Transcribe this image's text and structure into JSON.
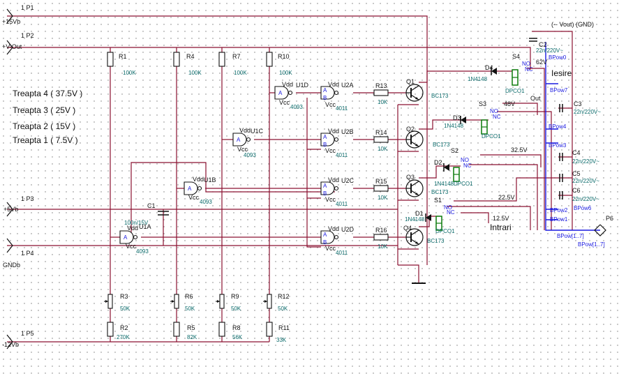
{
  "ports": {
    "p1": {
      "ref": "1 P1",
      "net": "+15Vb"
    },
    "p2": {
      "ref": "1 P2",
      "net": "+V-Out"
    },
    "p3": {
      "ref": "1 P3",
      "net": "+5Vb"
    },
    "p4": {
      "ref": "1 P4",
      "net": "GNDb"
    },
    "p5": {
      "ref": "1 P5",
      "net": "-12Vb"
    },
    "p6": {
      "ref": "P6"
    }
  },
  "levels": [
    "Treapta 4 ( 37.5V )",
    "Treapta 3 ( 25V )",
    "Treapta 2 ( 15V )",
    "Treapta 1 ( 7.5V )"
  ],
  "resistors": {
    "r1": {
      "ref": "R1",
      "value": "100K"
    },
    "r2": {
      "ref": "R2",
      "value": "270K"
    },
    "r3": {
      "ref": "R3",
      "value": "50K"
    },
    "r4": {
      "ref": "R4",
      "value": "100K"
    },
    "r5": {
      "ref": "R5",
      "value": "82K"
    },
    "r6": {
      "ref": "R6",
      "value": "50K"
    },
    "r7": {
      "ref": "R7",
      "value": "100K"
    },
    "r8": {
      "ref": "R8",
      "value": "56K"
    },
    "r9": {
      "ref": "R9",
      "value": "50K"
    },
    "r10": {
      "ref": "R10",
      "value": "100K"
    },
    "r11": {
      "ref": "R11",
      "value": "33K"
    },
    "r12": {
      "ref": "R12",
      "value": "50K"
    },
    "r13": {
      "ref": "R13",
      "value": "10K"
    },
    "r14": {
      "ref": "R14",
      "value": "10K"
    },
    "r15": {
      "ref": "R15",
      "value": "10K"
    },
    "r16": {
      "ref": "R16",
      "value": "10K"
    }
  },
  "gates": {
    "u1a": {
      "ref": "U1A",
      "part": "4093"
    },
    "u1b": {
      "ref": "U1B",
      "part": "4093"
    },
    "u1c": {
      "ref": "U1C",
      "part": "4093"
    },
    "u1d": {
      "ref": "U1D",
      "part": "4093"
    },
    "u2a": {
      "ref": "U2A",
      "part": "4011"
    },
    "u2b": {
      "ref": "U2B",
      "part": "4011"
    },
    "u2c": {
      "ref": "U2C",
      "part": "4011"
    },
    "u2d": {
      "ref": "U2D",
      "part": "4011"
    }
  },
  "pin_labels": {
    "vdd": "Vdd",
    "vcc": "Vcc",
    "a": "A",
    "b": "B"
  },
  "transistors": {
    "q1": {
      "ref": "Q1",
      "part": "BC173"
    },
    "q2": {
      "ref": "Q2",
      "part": "BC173"
    },
    "q3": {
      "ref": "Q3",
      "part": "BC173"
    },
    "q4": {
      "ref": "Q4",
      "part": "BC173"
    }
  },
  "diodes": {
    "d1": {
      "ref": "D1",
      "part": "1N4148"
    },
    "d2": {
      "ref": "D2",
      "part": "1N4148"
    },
    "d3": {
      "ref": "D3",
      "part": "1N4148"
    },
    "d4": {
      "ref": "D4",
      "part": "1N4148"
    }
  },
  "relays": {
    "s1": {
      "ref": "S1",
      "part": "DPCO1"
    },
    "s2": {
      "ref": "S2",
      "part": "DPCO1"
    },
    "s3": {
      "ref": "S3",
      "part": "DPCO1"
    },
    "s4": {
      "ref": "S4",
      "part": "DPCO1"
    }
  },
  "relay_pins": {
    "no": "NO",
    "nc": "NC"
  },
  "capacitors": {
    "c1": {
      "ref": "C1",
      "value": "100n/15V"
    },
    "c2": {
      "ref": "C2",
      "value": "22n/220V~"
    },
    "c3": {
      "ref": "C3",
      "value": "22n/220V~"
    },
    "c4": {
      "ref": "C4",
      "value": "22n/220V~"
    },
    "c5": {
      "ref": "C5",
      "value": "22n/220V~"
    },
    "c6": {
      "ref": "C6",
      "value": "22n/220V~"
    }
  },
  "voltages": {
    "v62": "62V",
    "v48": "48V",
    "v325": "32.5V",
    "v225": "22.5V",
    "v125": "12.5V"
  },
  "annotations": {
    "vout_gnd": "(-- Vout) (GND)",
    "iesire": "Iesire",
    "intrari": "Intrari",
    "out": "Out"
  },
  "bus": {
    "bpow0": "BPow0",
    "bpow1": "BPow1",
    "bpow2": "BPow2",
    "bpow3": "BPow3",
    "bpow4": "BPow4",
    "bpow6": "BPow6",
    "bpow7": "BPow7",
    "bpow_range": "BPow[1..7]",
    "bpow_range2": "BPow[1..7]"
  },
  "colors": {
    "wire": "#8a1030",
    "component": "#111111",
    "value_text": "#0a6a6a",
    "bus": "#1a1ae0",
    "relay_coil": "#0a7a0a"
  }
}
